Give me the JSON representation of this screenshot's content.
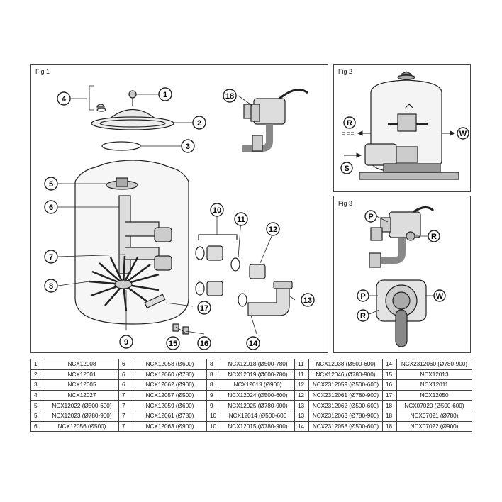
{
  "figures": {
    "fig1_label": "Fig 1",
    "fig2_label": "Fig 2",
    "fig3_label": "Fig 3"
  },
  "callouts": {
    "fig1": [
      "1",
      "2",
      "3",
      "4",
      "5",
      "6",
      "7",
      "8",
      "9",
      "10",
      "11",
      "12",
      "13",
      "14",
      "15",
      "16",
      "17",
      "18"
    ],
    "fig2": [
      "R",
      "W",
      "S"
    ],
    "fig3": [
      "P",
      "R",
      "P",
      "W",
      "R"
    ]
  },
  "parts_table": [
    [
      [
        "1",
        "NCX12008"
      ],
      [
        "6",
        "NCX12058 (Ø600)"
      ],
      [
        "8",
        "NCX12018 (Ø500-780)"
      ],
      [
        "11",
        "NCX12038 (Ø500-600)"
      ],
      [
        "14",
        "NCX2312060 (Ø780-900)"
      ]
    ],
    [
      [
        "2",
        "NCX12001"
      ],
      [
        "6",
        "NCX12060 (Ø780)"
      ],
      [
        "8",
        "NCX12019 (Ø600-780)"
      ],
      [
        "11",
        "NCX12046 (Ø780-900)"
      ],
      [
        "15",
        "NCX12013"
      ]
    ],
    [
      [
        "3",
        "NCX12005"
      ],
      [
        "6",
        "NCX12062 (Ø900)"
      ],
      [
        "8",
        "NCX12019 (Ø900)"
      ],
      [
        "12",
        "NCX2312059 (Ø500-600)"
      ],
      [
        "16",
        "NCX12011"
      ]
    ],
    [
      [
        "4",
        "NCX12027"
      ],
      [
        "7",
        "NCX12057 (Ø500)"
      ],
      [
        "9",
        "NCX12024 (Ø500-600)"
      ],
      [
        "12",
        "NCX2312061 (Ø780-900)"
      ],
      [
        "17",
        "NCX12050"
      ]
    ],
    [
      [
        "5",
        "NCX12022 (Ø500-600)"
      ],
      [
        "7",
        "NCX12059 (Ø600)"
      ],
      [
        "9",
        "NCX12025 (Ø780-900)"
      ],
      [
        "13",
        "NCX2312062 (Ø500-600)"
      ],
      [
        "18",
        "NCX07020 (Ø500-600)"
      ]
    ],
    [
      [
        "5",
        "NCX12023 (Ø780-900)"
      ],
      [
        "7",
        "NCX12061 (Ø780)"
      ],
      [
        "10",
        "NCX12014 (Ø500-600"
      ],
      [
        "13",
        "NCX2312063 (Ø780-900)"
      ],
      [
        "18",
        "NCX07021 (Ø780)"
      ]
    ],
    [
      [
        "6",
        "NCX12056 (Ø500)"
      ],
      [
        "7",
        "NCX12063 (Ø900)"
      ],
      [
        "10",
        "NCX12015 (Ø780-900)"
      ],
      [
        "14",
        "NCX2312058 (Ø500-600)"
      ],
      [
        "18",
        "NCX07022 (Ø900)"
      ]
    ]
  ]
}
